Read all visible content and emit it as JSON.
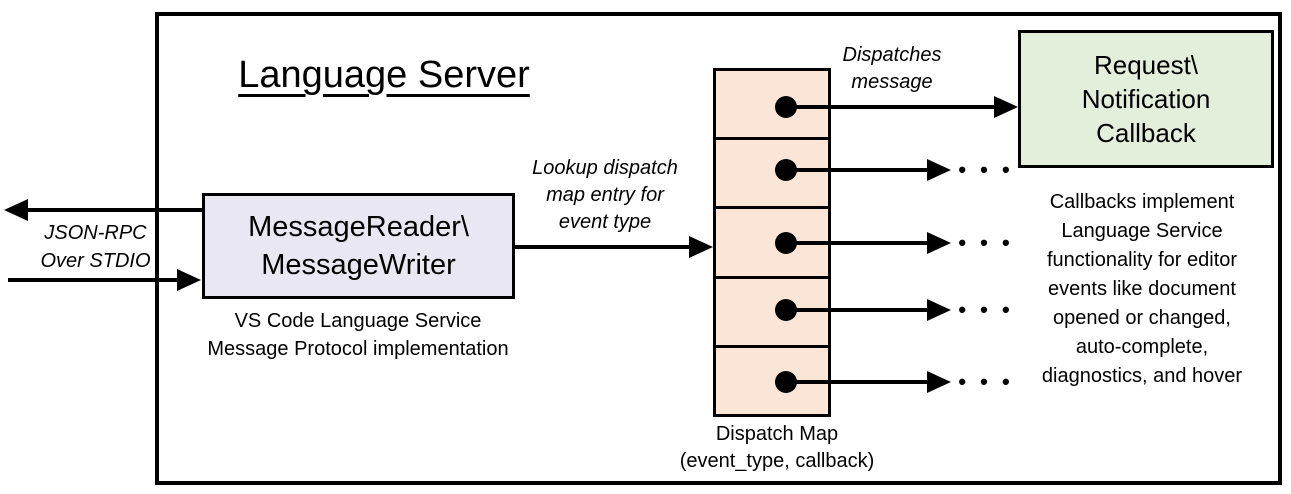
{
  "title": "Language Server",
  "stdio_label": {
    "line1": "JSON-RPC",
    "line2": "Over STDIO"
  },
  "message_box": {
    "line1": "MessageReader\\",
    "line2": "MessageWriter"
  },
  "message_caption": {
    "line1": "VS Code Language Service",
    "line2": "Message Protocol implementation"
  },
  "lookup_label": {
    "line1": "Lookup dispatch",
    "line2": "map entry for",
    "line3": "event type"
  },
  "dispatches_label": {
    "line1": "Dispatches",
    "line2": "message"
  },
  "callback_box": {
    "line1": "Request\\",
    "line2": "Notification",
    "line3": "Callback"
  },
  "callbacks_note": {
    "lines": [
      "Callbacks implement",
      "Language Service",
      "functionality for editor",
      "events like document",
      "opened or changed,",
      "auto-complete,",
      "diagnostics, and hover"
    ]
  },
  "dispatch_map": {
    "caption_line1": "Dispatch Map",
    "caption_line2": "(event_type, callback)",
    "cell_count": 5
  },
  "ellipsis": "• • •",
  "colors": {
    "message_box_fill": "#e9e8f2",
    "dispatch_cell_fill": "#fbe5d6",
    "callback_box_fill": "#e3efda",
    "line_color": "#000000",
    "text_color": "#000000",
    "background": "#ffffff"
  }
}
